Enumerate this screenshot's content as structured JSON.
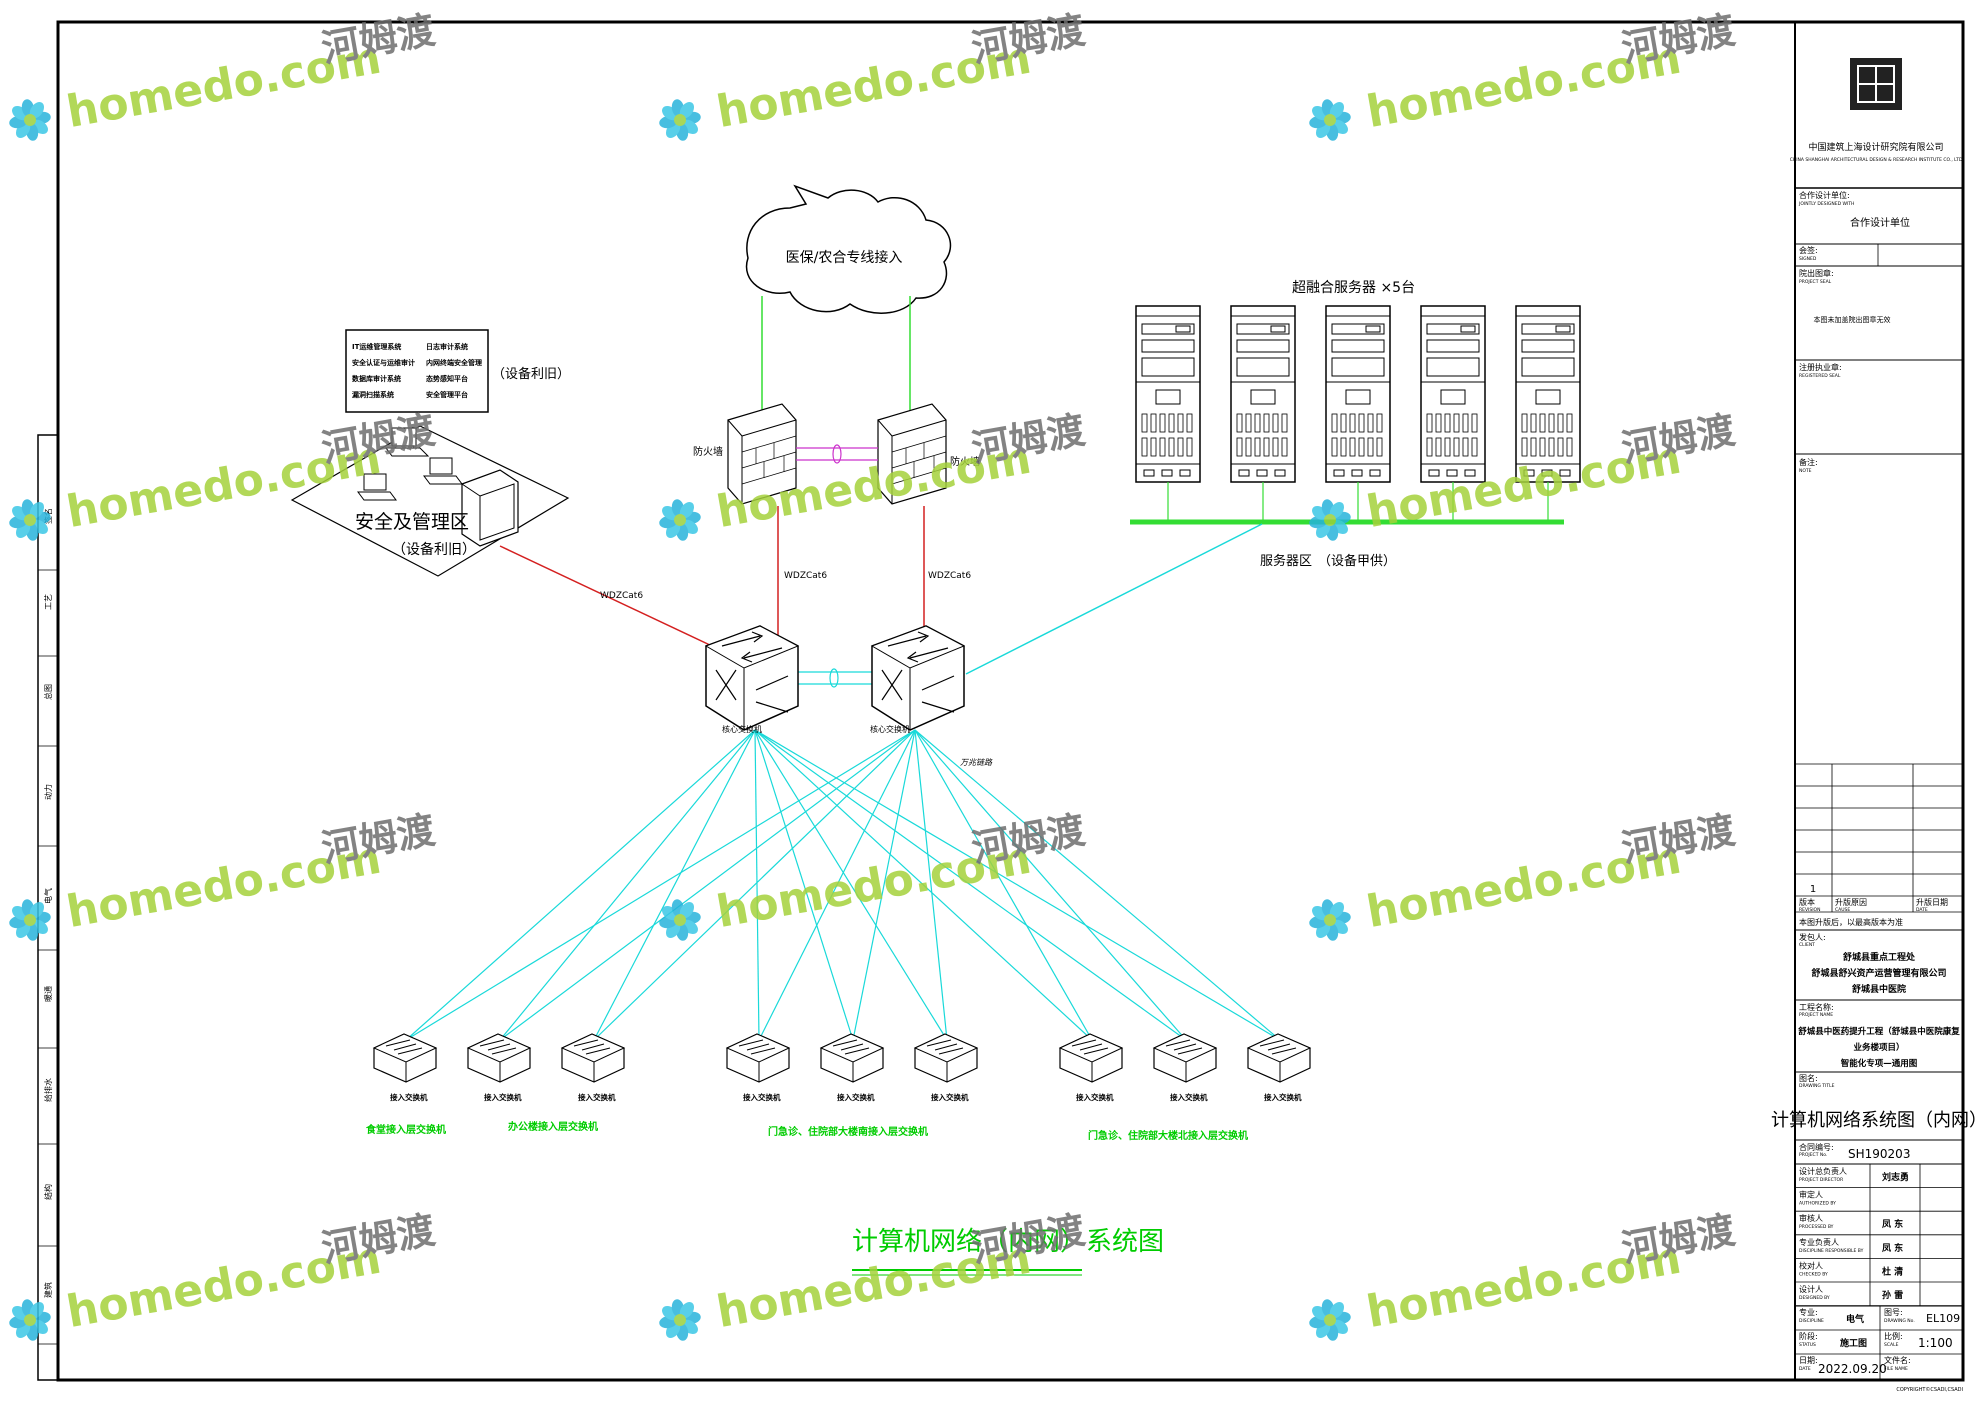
{
  "diagram": {
    "cloud_label": "医保/农合专线接入",
    "firewall_left_label": "防火墙",
    "firewall_right_label": "防火墙",
    "server_title": "超融合服务器 ×5台",
    "server_zone_label": "服务器区",
    "server_zone_note": "（设备甲供）",
    "mgmt_systems": [
      "IT运维管理系统",
      "日志审计系统",
      "安全认证与运维审计",
      "内网终端安全管理",
      "数据库审计系统",
      "态势感知平台",
      "漏洞扫描系统",
      "安全管理平台"
    ],
    "mgmt_reuse_label": "（设备利旧）",
    "mgmt_zone_label": "安全及管理区",
    "mgmt_zone_note": "（设备利旧）",
    "cable_mgmt": "WDZCat6",
    "cable_fw_left": "WDZCat6",
    "cable_fw_right": "WDZCat6",
    "core_left_label": "核心交换机",
    "core_right_label": "核心交换机",
    "core_note": "万兆链路",
    "access_switch_label": "接入交换机",
    "group_labels": [
      "食堂接入层交换机",
      "办公楼接入层交换机",
      "门急诊、住院部大楼南接入层交换机",
      "门急诊、住院部大楼北接入层交换机"
    ],
    "drawing_title": "计算机网络（内网）系统图"
  },
  "title_block": {
    "company_cn": "中国建筑上海设计研究院有限公司",
    "company_en": "CHINA SHANGHAI ARCHITECTURAL DESIGN & RESEARCH INSTITUTE CO., LTD",
    "jointly_label": "合作设计单位:",
    "jointly_en": "JOINTLY DESIGNED WITH",
    "jointly_value": "合作设计单位",
    "signed_label": "会签:",
    "signed_en": "SIGNED",
    "project_seal_label": "院出图章:",
    "project_seal_en": "PROJECT SEAL",
    "project_seal_note": "本图未加盖院出图章无效",
    "registered_seal_label": "注册执业章:",
    "registered_seal_en": "REGISTERED SEAL",
    "note_label": "备注:",
    "note_en": "NOTE",
    "revision_number": "1",
    "revision_label": "版本",
    "revision_en": "REVISION",
    "cause_label": "升版原因",
    "cause_en": "CAUSE",
    "date_rev_label": "升版日期",
    "date_rev_en": "DATE",
    "revision_note": "本图升版后，以最高版本为准",
    "client_label": "发包人:",
    "client_en": "CLIENT",
    "client_lines": [
      "舒城县重点工程处",
      "舒城县舒兴资产运营管理有限公司",
      "舒城县中医院"
    ],
    "project_label": "工程名称:",
    "project_en": "PROJECT NAME",
    "project_lines": [
      "舒城县中医药提升工程（舒城县中医院康复",
      "业务楼项目）",
      "智能化专项—通用图"
    ],
    "drawing_label": "图名:",
    "drawing_en": "DRAWING TITLE",
    "drawing_title": "计算机网络系统图（内网）",
    "project_no_label": "合同编号:",
    "project_no_en": "PROJECT No.",
    "project_no": "SH190203",
    "staff": [
      {
        "label": "设计总负责人",
        "en": "PROJECT DIRECTOR",
        "name": "刘志勇"
      },
      {
        "label": "审定人",
        "en": "AUTHORIZED BY",
        "name": ""
      },
      {
        "label": "审核人",
        "en": "PROCESSED BY",
        "name": "凤 东"
      },
      {
        "label": "专业负责人",
        "en": "DISCIPLINE RESPONSIBLE BY",
        "name": "凤 东"
      },
      {
        "label": "校对人",
        "en": "CHECKED BY",
        "name": "杜 清"
      },
      {
        "label": "设计人",
        "en": "DESIGNED BY",
        "name": "孙 雷"
      }
    ],
    "discipline_label": "专业:",
    "discipline_en": "DISCIPLINE",
    "discipline": "电气",
    "drawing_no_label": "图号:",
    "drawing_no_en": "DRAWING No.",
    "drawing_no": "EL109",
    "status_label": "阶段:",
    "status_en": "STATUS",
    "status": "施工图",
    "scale_label": "比例:",
    "scale_en": "SCALE",
    "scale": "1:100",
    "date_label": "日期:",
    "date_en": "DATE",
    "date": "2022.09.20",
    "file_label": "文件名:",
    "file_en": "FILE NAME",
    "copyright": "COPYRIGHT©CSADI,CSADI"
  },
  "left_strip": [
    "建筑",
    "结构",
    "给排水",
    "暖通",
    "电气",
    "动力",
    "总图",
    "工艺",
    "签名"
  ],
  "watermark": {
    "text": "homedo.com",
    "cn": "河姆渡"
  },
  "colors": {
    "cyan": "#19d9d9",
    "green": "#33dd33",
    "red": "#d42020",
    "bright_green": "#00cc00",
    "magenta": "#cc33cc"
  }
}
